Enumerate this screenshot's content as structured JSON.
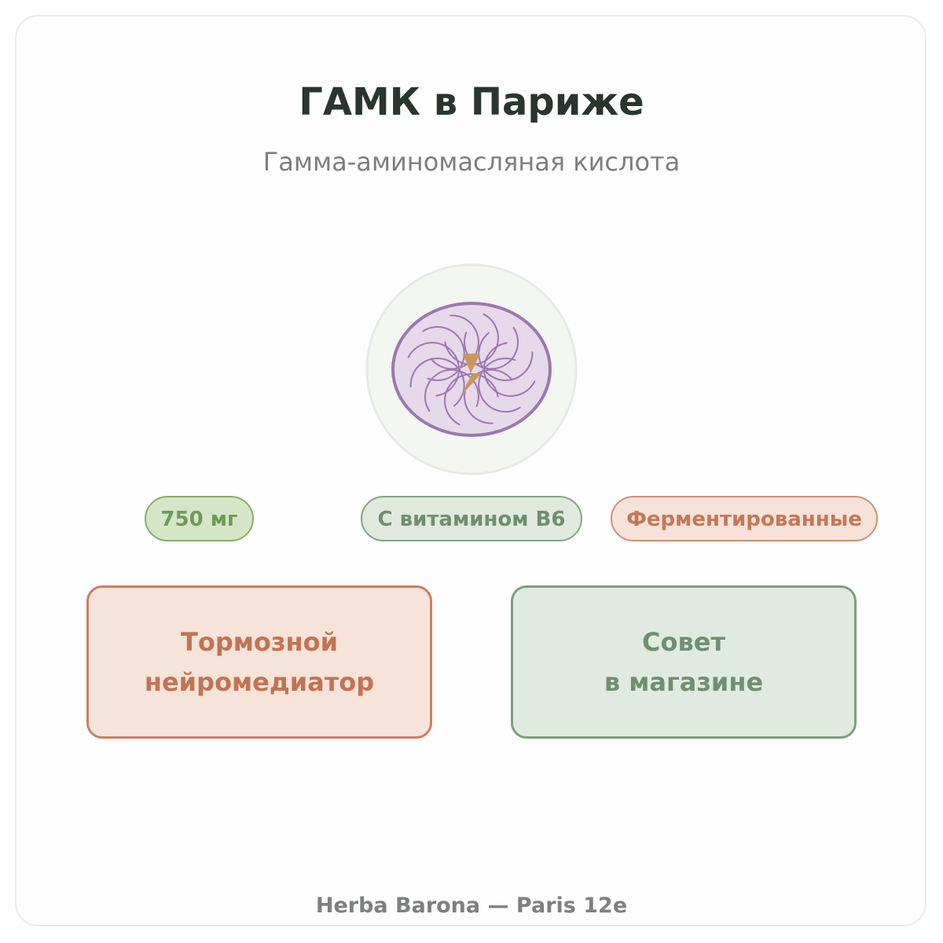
{
  "header": {
    "title": "ГАМК в Париже",
    "subtitle": "Гамма-аминомасляная кислота"
  },
  "emblem": {
    "icons": [
      "flower-pattern-icon",
      "lightning-bolt-icon"
    ],
    "colors": {
      "outer_ring": "#f4f6f2",
      "flower_fill": "#e6d9ea",
      "flower_stroke": "#9b78b0",
      "bolt": "#c9975a"
    }
  },
  "pills": [
    {
      "label": "750 мг",
      "color": "#6f9a57"
    },
    {
      "label": "С витамином B6",
      "color": "#6f8f70"
    },
    {
      "label": "Ферментированные",
      "color": "#c57758"
    }
  ],
  "boxes": [
    {
      "line1": "Тормозной",
      "line2": "нейромедиатор",
      "color": "#c27354"
    },
    {
      "line1": "Совет",
      "line2": "в магазине",
      "color": "#718f72"
    }
  ],
  "footer": {
    "text": "Herba Barona — Paris 12e"
  }
}
